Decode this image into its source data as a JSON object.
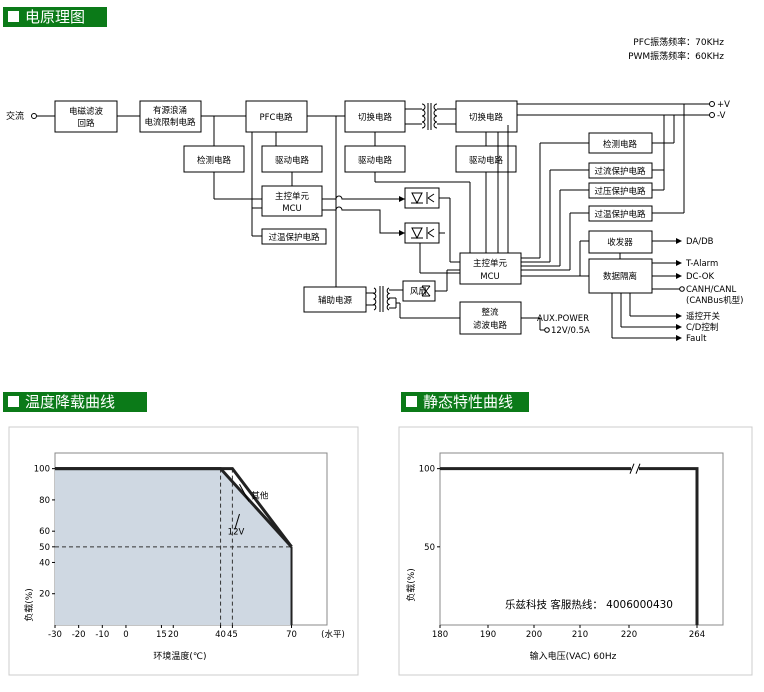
{
  "headers": {
    "schematic": "电原理图",
    "derating": "温度降载曲线",
    "static": "静态特性曲线"
  },
  "schematic": {
    "freq": {
      "pfc": "PFC振荡频率：70KHz",
      "pwm": "PWM振荡频率：60KHz"
    },
    "input_label": "交流",
    "blocks": {
      "emi": [
        "电磁滤波",
        "回路"
      ],
      "inrush": [
        "有源浪涌",
        "电流限制电路"
      ],
      "pfc": "PFC电路",
      "switch1": "切换电路",
      "switch2": "切换电路",
      "detect1": "检测电路",
      "drive1": "驱动电路",
      "drive2": "驱动电路",
      "drive3": "驱动电路",
      "mcu1": [
        "主控单元",
        "MCU"
      ],
      "otp1": "过温保护电路",
      "detect2": "检测电路",
      "ocp": "过流保护电路",
      "ovp": "过压保护电路",
      "otp2": "过温保护电路",
      "transceiver": "收发器",
      "isolation": "数据隔离",
      "mcu2": [
        "主控单元",
        "MCU"
      ],
      "aux_power": "辅助电源",
      "fan": "风扇",
      "rectifier": [
        "整流",
        "滤波电路"
      ]
    },
    "outputs": {
      "vplus": "+V",
      "vminus": "-V",
      "dadb": "DA/DB",
      "talarm": "T-Alarm",
      "dcok": "DC-OK",
      "canh": "CANH/CANL",
      "canbus": "(CANBus机型)",
      "remote": "遥控开关",
      "cd": "C/D控制",
      "fault": "Fault",
      "aux_power": "AUX.POWER",
      "aux_rating": "12V/0.5A"
    }
  },
  "chart_data": [
    {
      "type": "line",
      "title": "温度降载曲线",
      "xlabel": "环境温度(℃)",
      "ylabel": "负载(%)",
      "x_unit_note": "(水平)",
      "xticks": [
        -30,
        -20,
        -10,
        0,
        15,
        20,
        40,
        45,
        70
      ],
      "yticks": [
        20,
        40,
        50,
        60,
        80,
        100
      ],
      "xlim": [
        -30,
        85
      ],
      "ylim": [
        0,
        110
      ],
      "series": [
        {
          "name": "其他",
          "x": [
            -30,
            45,
            70
          ],
          "y": [
            100,
            100,
            50
          ]
        },
        {
          "name": "12V",
          "x": [
            -30,
            40,
            70
          ],
          "y": [
            100,
            100,
            50
          ]
        }
      ],
      "reference_lines": {
        "x": [
          40,
          45
        ],
        "y": 50
      }
    },
    {
      "type": "line",
      "title": "静态特性曲线",
      "xlabel": "输入电压(VAC) 60Hz",
      "ylabel": "负载(%)",
      "xticks": [
        180,
        190,
        200,
        210,
        220,
        264
      ],
      "yticks": [
        50,
        100
      ],
      "xlim": [
        180,
        264
      ],
      "ylim": [
        0,
        110
      ],
      "series": [
        {
          "x": [
            180,
            264,
            264
          ],
          "y": [
            100,
            100,
            0
          ]
        }
      ]
    }
  ],
  "watermark": "乐兹科技 客服热线： 4006000430"
}
